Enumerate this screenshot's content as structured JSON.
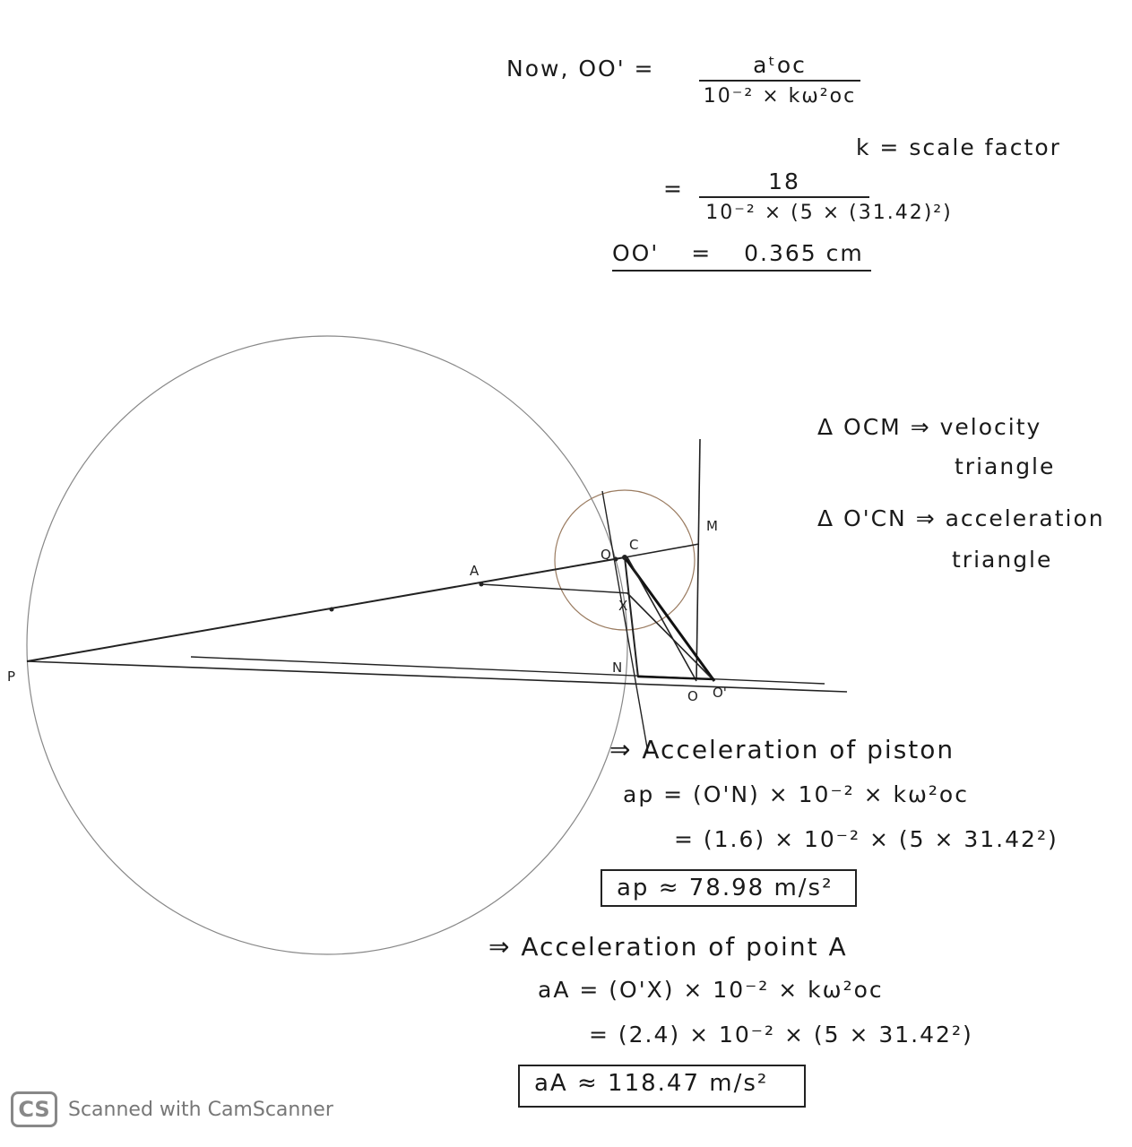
{
  "top": {
    "now_label": "Now, OO' =",
    "num1": "aᵗoc",
    "den1": "10⁻² × kω²oc",
    "scale_note": "k = scale factor",
    "eq2": "=",
    "num2": "18",
    "den2": "10⁻² × (5 × (31.42)²)",
    "result_lhs": "OO'",
    "result_eq": "=",
    "result_rhs": "0.365 cm"
  },
  "notes": {
    "line1": "Δ OCM ⇒ velocity",
    "line2": "triangle",
    "line3": "Δ O'CN ⇒ acceleration",
    "line4": "triangle"
  },
  "diagram": {
    "labels": {
      "P": "P",
      "A": "A",
      "Q": "Q",
      "C": "C",
      "M": "M",
      "X": "X",
      "N": "N",
      "O": "O",
      "O1": "O'"
    }
  },
  "piston": {
    "heading": "⇒ Acceleration of piston",
    "line1": "ap = (O'N) × 10⁻² × kω²oc",
    "line2": "= (1.6) × 10⁻² × (5 × 31.42²)",
    "result": "ap ≈ 78.98 m/s²"
  },
  "pointA": {
    "heading": "⇒ Acceleration of point A",
    "line1": "aA = (O'X) × 10⁻² × kω²oc",
    "line2": "= (2.4) × 10⁻² × (5 × 31.42²)",
    "result": "aA ≈ 118.47 m/s²"
  },
  "watermark": {
    "logo": "CS",
    "text": "Scanned with CamScanner"
  }
}
